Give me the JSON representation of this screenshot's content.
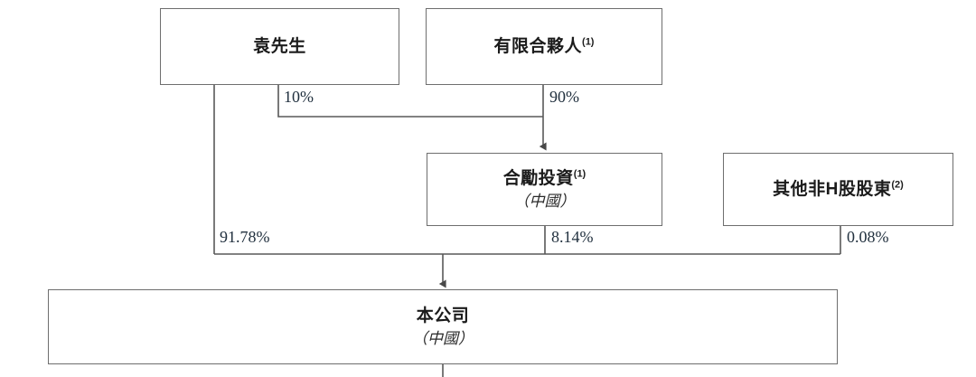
{
  "diagram": {
    "type": "org-ownership-chart",
    "line_color": "#585858",
    "box_border_color": "#6e6e6e",
    "background": "#ffffff",
    "nodes": [
      {
        "id": "mr-yuan",
        "title": "袁先生",
        "sup": "",
        "sub": ""
      },
      {
        "id": "limited-partner",
        "title": "有限合夥人",
        "sup": "(1)",
        "sub": ""
      },
      {
        "id": "heli-investment",
        "title": "合勵投資",
        "sup": "(1)",
        "sub": "（中國）"
      },
      {
        "id": "other-non-h-shareholders",
        "title": "其他非H股股東",
        "sup": "(2)",
        "sub": ""
      },
      {
        "id": "the-company",
        "title": "本公司",
        "sup": "",
        "sub": "（中國）"
      }
    ],
    "edges": [
      {
        "id": "yuan-to-heli",
        "label": "10%",
        "from": "mr-yuan",
        "to": "heli-investment"
      },
      {
        "id": "lp-to-heli",
        "label": "90%",
        "from": "limited-partner",
        "to": "heli-investment"
      },
      {
        "id": "yuan-to-company",
        "label": "91.78%",
        "from": "mr-yuan",
        "to": "the-company"
      },
      {
        "id": "heli-to-company",
        "label": "8.14%",
        "from": "heli-investment",
        "to": "the-company"
      },
      {
        "id": "others-to-company",
        "label": "0.08%",
        "from": "other-non-h-shareholders",
        "to": "the-company"
      }
    ]
  }
}
